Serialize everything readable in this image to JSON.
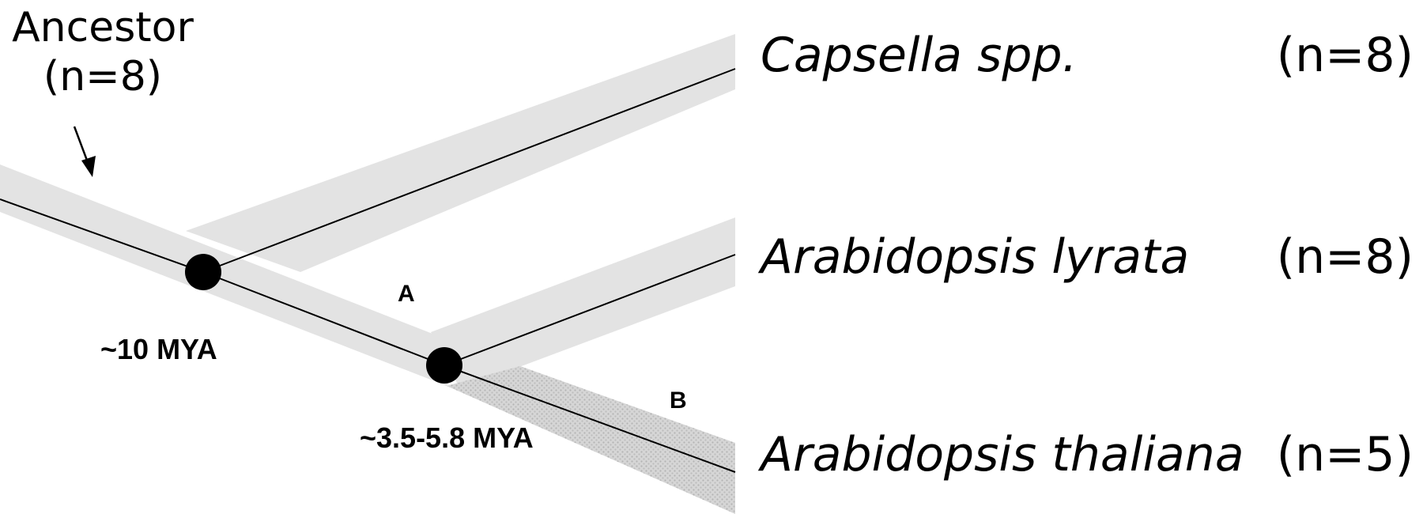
{
  "ancestor": {
    "name": "Ancestor",
    "chromosomes": "(n=8)"
  },
  "nodes": [
    {
      "age_label": "~10 MYA"
    },
    {
      "age_label": "~3.5-5.8 MYA"
    }
  ],
  "branches": [
    {
      "label": "A"
    },
    {
      "label": "B"
    }
  ],
  "taxa": [
    {
      "name": "Capsella spp.",
      "chromosomes": "(n=8)"
    },
    {
      "name": "Arabidopsis lyrata",
      "chromosomes": "(n=8)"
    },
    {
      "name": "Arabidopsis thaliana",
      "chromosomes": "(n=5)"
    }
  ],
  "colors": {
    "branch_band": "#e3e3e3",
    "stippled_band": "#cfcfcf",
    "line": "#000000",
    "node": "#000000"
  }
}
